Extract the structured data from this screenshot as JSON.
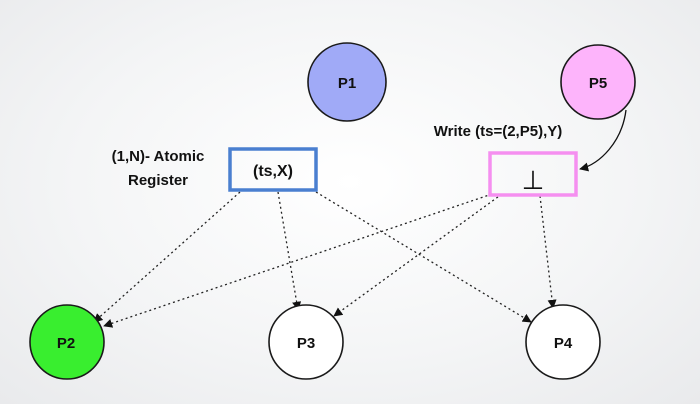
{
  "nodes": {
    "p1": {
      "label": "P1",
      "color": "#a0aaf7"
    },
    "p5": {
      "label": "P5",
      "color": "#fdb4fb"
    },
    "p2": {
      "label": "P2",
      "color": "#39ee2f"
    },
    "p3": {
      "label": "P3",
      "color": "#ffffff"
    },
    "p4": {
      "label": "P4",
      "color": "#ffffff"
    }
  },
  "register_caption": {
    "line1": "(1,N)- Atomic",
    "line2": "Register"
  },
  "register_x": {
    "value": "(ts,X)",
    "border_color": "#4a7fd0"
  },
  "register_bottom": {
    "value": "⊥",
    "border_color": "#f58ff0"
  },
  "write_caption": "Write (ts=(2,P5),Y)"
}
